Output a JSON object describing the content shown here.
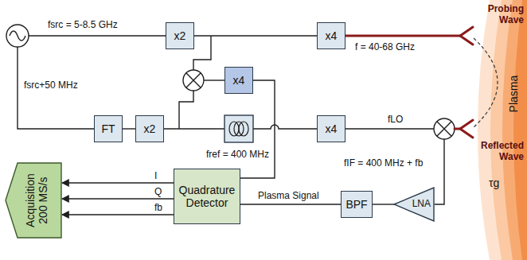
{
  "diagram": {
    "nodes": [
      {
        "text": [
          "x2"
        ]
      },
      {
        "text": [
          "x4"
        ]
      },
      {
        "text": [
          "x4"
        ]
      },
      {
        "text": [
          "FT"
        ]
      },
      {
        "text": [
          "x2"
        ]
      },
      {
        "text": [
          "x4"
        ]
      },
      {
        "text": [
          "Plasma",
          "τg"
        ]
      },
      {
        "text": [
          "Quadrature Detector"
        ]
      },
      {
        "text": [
          "BPF"
        ]
      },
      {
        "text": [
          "LNA"
        ]
      },
      {
        "text": [
          "Acquisition 200 MS/s"
        ]
      }
    ],
    "edges": [
      {
        "from": 0,
        "to": 1,
        "arrow": "none"
      },
      {
        "from": 3,
        "to": 4,
        "arrow": "none"
      },
      {
        "from": 2,
        "to": 7,
        "label": "fref = 400 MHz",
        "arrow": "none"
      },
      {
        "from": 9,
        "to": 8,
        "arrow": "none"
      },
      {
        "from": 8,
        "to": 7,
        "label": "Plasma Signal",
        "arrow": "none"
      },
      {
        "from": 7,
        "to": 10,
        "label": "I",
        "arrow": "to"
      },
      {
        "from": 7,
        "to": 10,
        "label": "Q",
        "arrow": "to"
      },
      {
        "from": 7,
        "to": 10,
        "label": "fb",
        "arrow": "to"
      }
    ],
    "labels": [
      "fsrc = 5-8.5 GHz",
      "fsrc+50 MHz",
      "f = 40-68 GHz",
      "Probing Wave",
      "Reflected Wave",
      "fLO",
      "fIF = 400 MHz + fb"
    ]
  }
}
